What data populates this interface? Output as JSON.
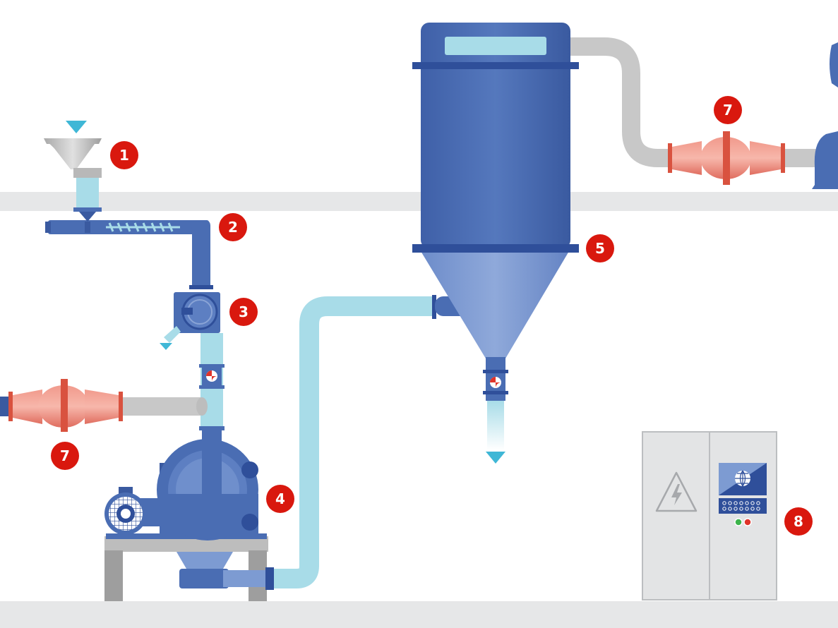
{
  "colors": {
    "background": "#ffffff",
    "floor": "#e6e7e8",
    "machine_blue": "#4a6db3",
    "machine_blue_dark": "#2f4f9a",
    "machine_blue_light": "#7d9bd2",
    "pipe_light": "#a8dce8",
    "pipe_grey": "#c8c8c8",
    "fan_red": "#e67567",
    "fan_red_light": "#f4a69a",
    "badge_red": "#d9180e",
    "cyan_arrow": "#3fb7d6",
    "cabinet_grey": "#e3e4e5"
  },
  "badges": [
    {
      "id": "feed-hopper",
      "label": "1"
    },
    {
      "id": "screw-feeder",
      "label": "2"
    },
    {
      "id": "rotary-valve",
      "label": "3"
    },
    {
      "id": "mill",
      "label": "4"
    },
    {
      "id": "cyclone",
      "label": "5"
    },
    {
      "id": "fan-right",
      "label": "7"
    },
    {
      "id": "fan-left",
      "label": "7"
    },
    {
      "id": "control-cabinet",
      "label": "8"
    }
  ],
  "icons": {
    "inlet_arrow": "triangle-down",
    "outlet_arrow": "triangle-down",
    "hazard": "high-voltage-warning",
    "display": "globe",
    "valve_indicator": "red-white-disc"
  }
}
